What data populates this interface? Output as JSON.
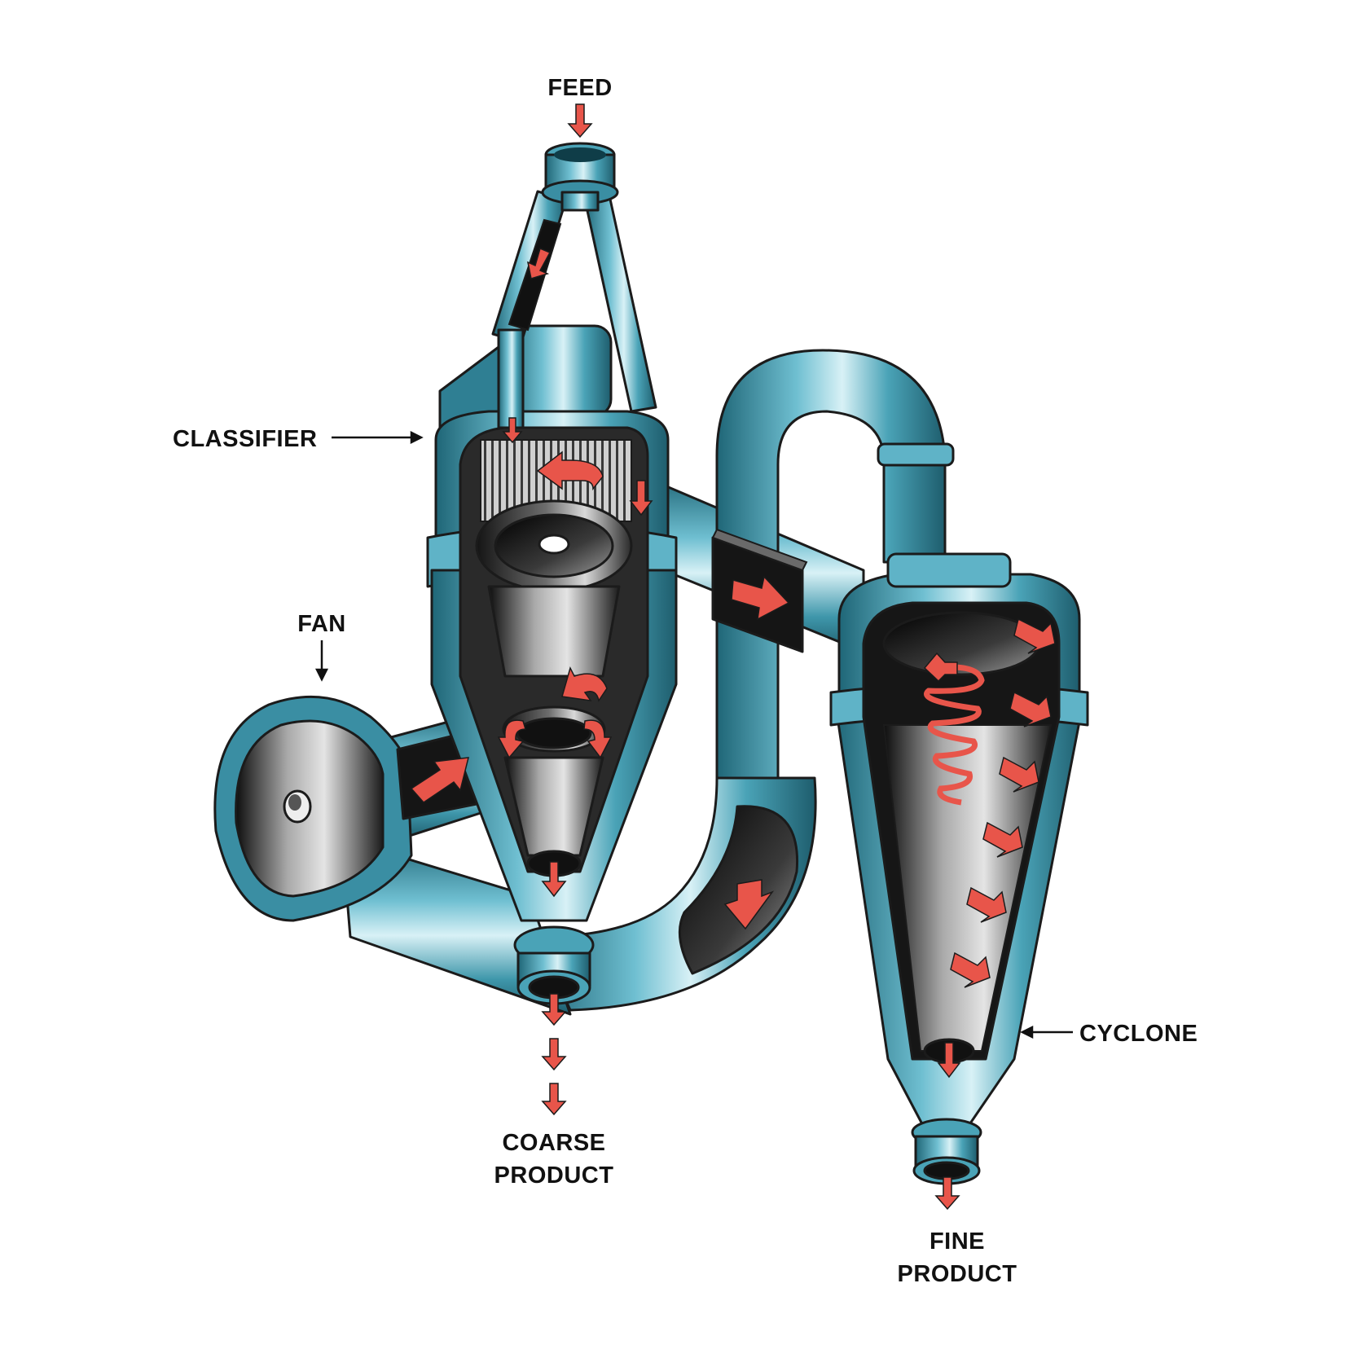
{
  "labels": {
    "feed": "FEED",
    "classifier": "CLASSIFIER",
    "fan": "FAN",
    "cyclone": "CYCLONE",
    "coarse_line1": "COARSE",
    "coarse_line2": "PRODUCT",
    "fine_line1": "FINE",
    "fine_line2": "PRODUCT"
  },
  "colors": {
    "pipe_main": "#3a8ea3",
    "pipe_light": "#bfe6ef",
    "pipe_dark": "#1f5f70",
    "flow_arrow": "#e8554a",
    "interior_dark": "#1a1a1a",
    "interior_light": "#c8c8c8"
  }
}
